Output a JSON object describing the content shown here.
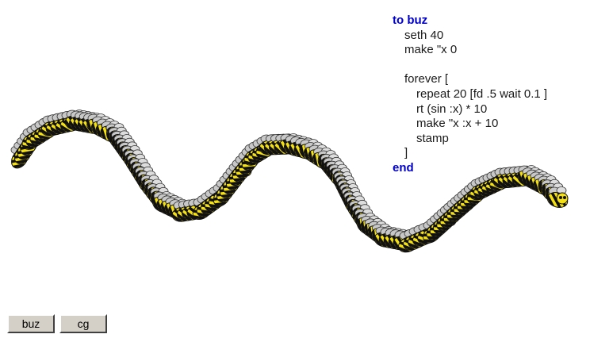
{
  "program": {
    "lines": [
      {
        "text": "to buz",
        "indent": 0,
        "keyword": true
      },
      {
        "text": "seth 40",
        "indent": 1,
        "keyword": false
      },
      {
        "text": "make \"x 0",
        "indent": 1,
        "keyword": false
      },
      {
        "text": "",
        "indent": 1,
        "keyword": false
      },
      {
        "text": "forever [",
        "indent": 1,
        "keyword": false
      },
      {
        "text": "repeat 20 [fd .5 wait 0.1 ]",
        "indent": 2,
        "keyword": false
      },
      {
        "text": "rt (sin :x) * 10",
        "indent": 2,
        "keyword": false
      },
      {
        "text": "make \"x :x + 10",
        "indent": 2,
        "keyword": false
      },
      {
        "text": "stamp",
        "indent": 2,
        "keyword": false
      },
      {
        "text": "]",
        "indent": 1,
        "keyword": false
      },
      {
        "text": "end",
        "indent": 0,
        "keyword": true
      }
    ]
  },
  "buttons": {
    "buz": "buz",
    "cg": "cg"
  },
  "colors": {
    "keyword": "#0000cc",
    "bee_yellow": "#f5e10f",
    "bee_stripe": "#111111",
    "wing": "#c8c8c8",
    "button_face": "#d4d0c8"
  },
  "icons": {
    "stamp": "bee-icon"
  }
}
